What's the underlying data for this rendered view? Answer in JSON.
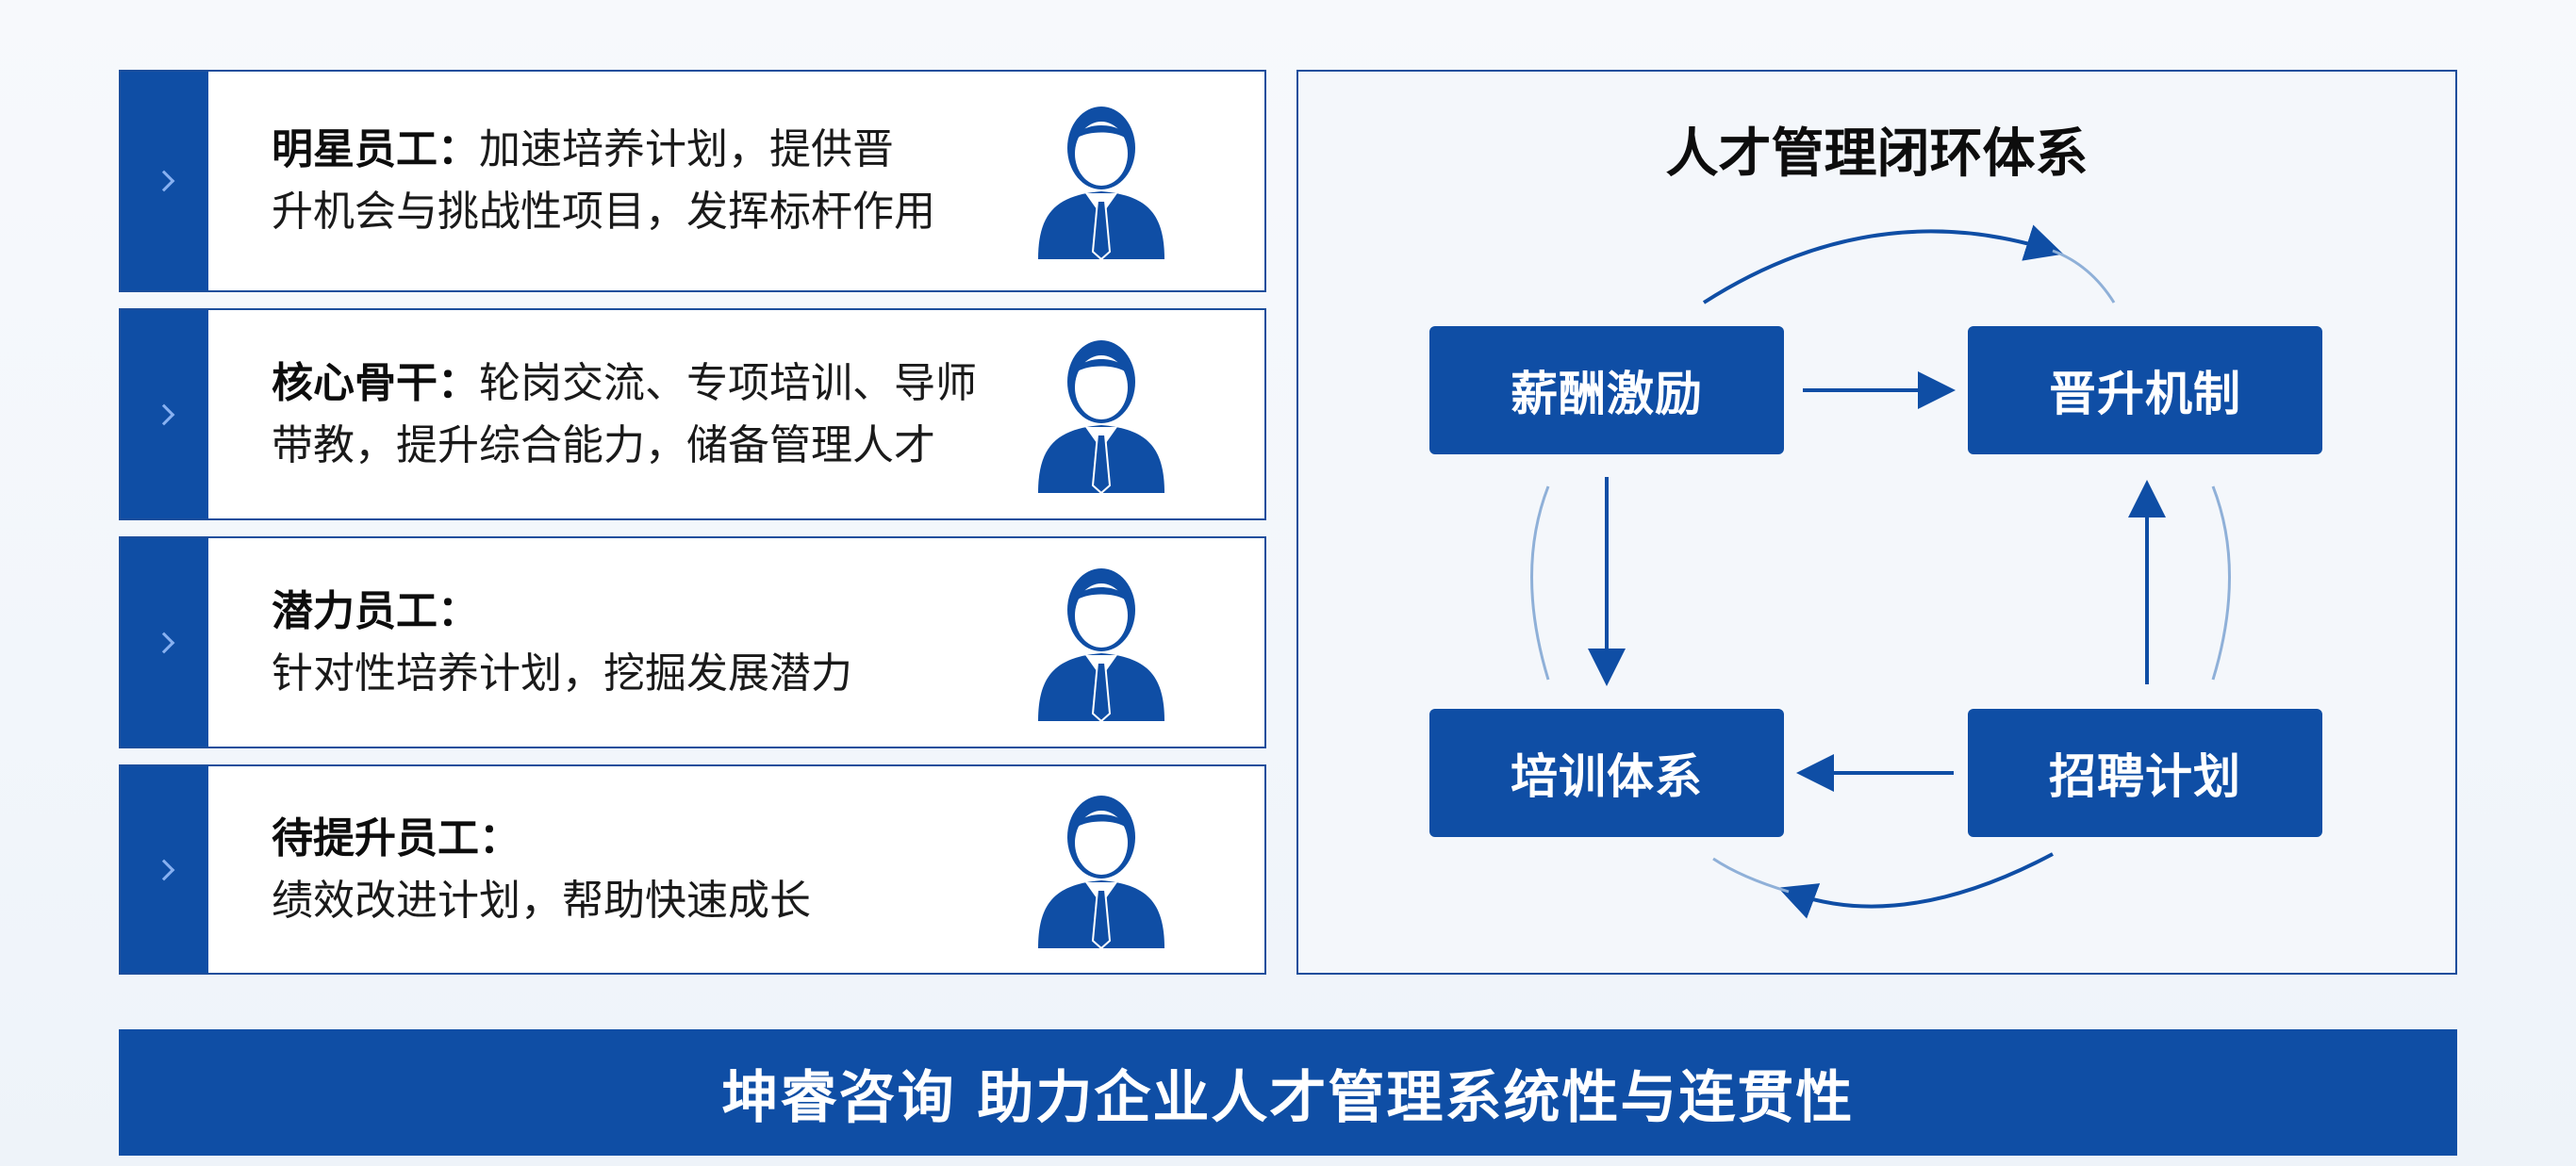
{
  "cards": [
    {
      "title": "明星员工：",
      "line1": "加速培养计划，提供晋",
      "line2": "升机会与挑战性项目，发挥标杆作用"
    },
    {
      "title": "核心骨干：",
      "line1": "轮岗交流、专项培训、导师",
      "line2": "带教，提升综合能力，储备管理人才"
    },
    {
      "title": "潜力员工：",
      "line1": "",
      "line2": "针对性培养计划，挖掘发展潜力"
    },
    {
      "title": "待提升员工：",
      "line1": "",
      "line2": "绩效改进计划，帮助快速成长"
    }
  ],
  "cycle": {
    "title": "人才管理闭环体系",
    "nodes": {
      "salary": "薪酬激励",
      "promotion": "晋升机制",
      "training": "培训体系",
      "recruiting": "招聘计划"
    }
  },
  "banner": {
    "text": "坤睿咨询  助力企业人才管理系统性与连贯性"
  },
  "colors": {
    "primary": "#0f4ea5",
    "border": "#1c4e9c",
    "arc": "#8fb0d8"
  }
}
